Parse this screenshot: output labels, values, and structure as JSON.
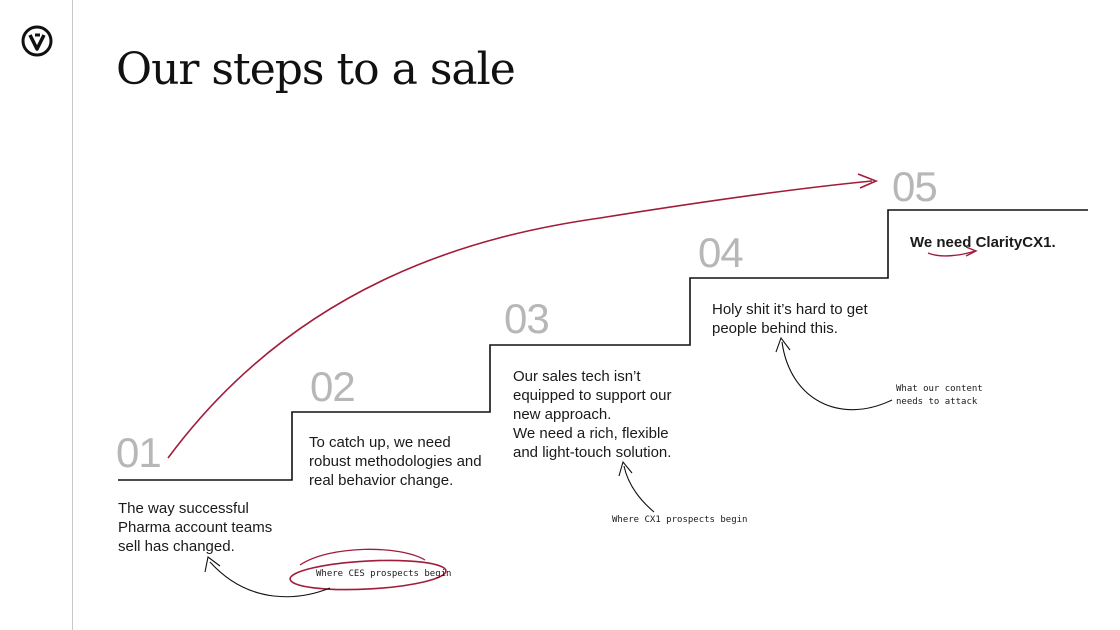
{
  "title": "Our steps to a sale",
  "logo": {
    "icon": "v-circle-logo-icon"
  },
  "colors": {
    "accent": "#a11d3a",
    "ink": "#1a1a1a",
    "number": "#b7b7b7",
    "rule": "#c8c8c8"
  },
  "steps": [
    {
      "number": "01",
      "lines": [
        "The way successful",
        "Pharma account teams",
        "sell has changed."
      ]
    },
    {
      "number": "02",
      "lines": [
        "To catch up, we need",
        "robust methodologies and",
        "real behavior change."
      ]
    },
    {
      "number": "03",
      "lines": [
        "Our sales tech isn’t",
        "equipped to support our",
        "new approach.",
        "We need a rich, flexible",
        "and light-touch solution."
      ]
    },
    {
      "number": "04",
      "lines": [
        "Holy shit it’s hard to get",
        "people behind this."
      ]
    },
    {
      "number": "05",
      "text": "We need ClarityCX1."
    }
  ],
  "annotations": {
    "ces": "Where CES prospects begin",
    "cx1": "Where CX1 prospects begin",
    "content": [
      "What our content",
      "needs to attack"
    ]
  }
}
